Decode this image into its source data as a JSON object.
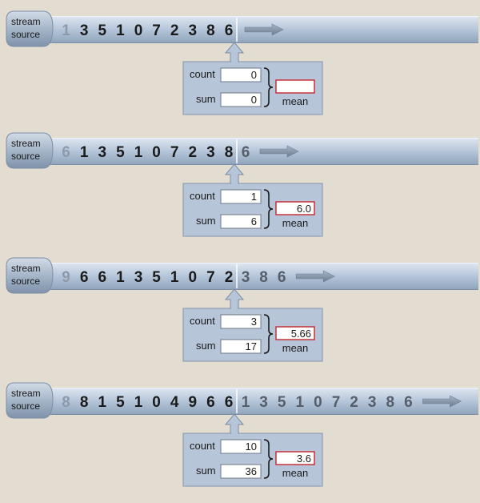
{
  "stream_label_line1": "stream",
  "stream_label_line2": "source",
  "count_label": "count",
  "sum_label": "sum",
  "mean_label": "mean",
  "colors": {
    "background": "#e3dcd0",
    "tube": "#b8c8dc",
    "box": "#b6c5d8",
    "digit_consumed": "#1a1a1a",
    "digit_pending": "#555e6a",
    "arrow": "#7e8ea2",
    "mean_border": "#c4262e"
  },
  "panels": [
    {
      "consumed": [
        "1",
        "3",
        "5",
        "1",
        "0",
        "7",
        "2",
        "3",
        "8",
        "6"
      ],
      "pending": [],
      "count": "0",
      "sum": "0",
      "mean": ""
    },
    {
      "consumed": [
        "6",
        "1",
        "3",
        "5",
        "1",
        "0",
        "7",
        "2",
        "3",
        "8"
      ],
      "pending": [
        "6"
      ],
      "count": "1",
      "sum": "6",
      "mean": "6.0"
    },
    {
      "consumed": [
        "9",
        "6",
        "6",
        "1",
        "3",
        "5",
        "1",
        "0",
        "7",
        "2"
      ],
      "pending": [
        "3",
        "8",
        "6"
      ],
      "count": "3",
      "sum": "17",
      "mean": "5.66"
    },
    {
      "consumed": [
        "8",
        "8",
        "1",
        "5",
        "1",
        "0",
        "4",
        "9",
        "6",
        "6"
      ],
      "pending": [
        "1",
        "3",
        "5",
        "1",
        "0",
        "7",
        "2",
        "3",
        "8",
        "6"
      ],
      "count": "10",
      "sum": "36",
      "mean": "3.6"
    }
  ]
}
